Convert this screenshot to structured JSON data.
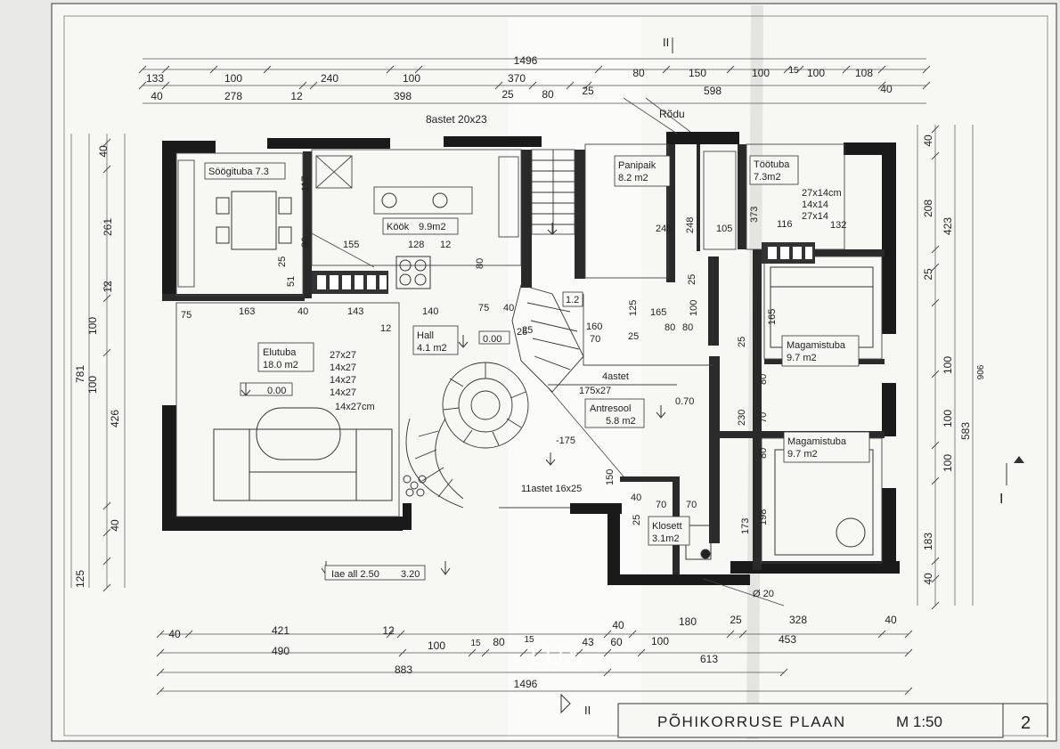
{
  "title_block": {
    "plan_title": "PÕHIKORRUSE PLAAN",
    "scale": "M 1:50",
    "sheet_number": "2"
  },
  "rooms": [
    {
      "name": "Söögituba 7.3",
      "area": ""
    },
    {
      "name": "Köök",
      "area": "9.9m2"
    },
    {
      "name": "Panipaik",
      "area": "8.2 m2"
    },
    {
      "name": "Töötuba",
      "area": "7.3m2"
    },
    {
      "name": "Elutuba",
      "area": "18.0 m2"
    },
    {
      "name": "Hall",
      "area": "4.1 m2"
    },
    {
      "name": "Antresool",
      "area": "5.8 m2"
    },
    {
      "name": "Magamistuba",
      "area": "9.7 m2"
    },
    {
      "name": "Magamistuba",
      "area": "9.7 m2"
    },
    {
      "name": "Klosett",
      "area": "3.1m2"
    }
  ],
  "annotations": {
    "rodu": "Rõdu",
    "stairs_top": "8astet 20x23",
    "stairs_main": "11astet 16x25",
    "stairs_mezz": "4astet",
    "stairs_mezz_size": "175x27",
    "floor_height": "Iae all 2.50",
    "floor_height_2": "3.20",
    "level_living": "0.00",
    "level_hall": "0.00",
    "level_mezz": "0.70",
    "level_lower": "-175",
    "section_I": "I",
    "section_II": "II",
    "tiles_living": [
      "27x27",
      "14x27",
      "14x27",
      "14x27",
      "14x27cm"
    ],
    "tiles_office": [
      "27x14cm",
      "14x14",
      "27x14"
    ],
    "pipe": "Ø 20"
  },
  "dimensions": {
    "top_total": "1496",
    "top_row1": [
      "133",
      "100",
      "240",
      "100",
      "370",
      "80",
      "150",
      "100",
      "15",
      "100",
      "108"
    ],
    "top_row2": [
      "40",
      "278",
      "12",
      "398",
      "25",
      "80",
      "25",
      "598",
      "40"
    ],
    "bottom_row1": [
      "40",
      "421",
      "12",
      "40",
      "180",
      "25",
      "328",
      "40"
    ],
    "bottom_row2": [
      "490",
      "100",
      "15",
      "80",
      "15",
      "43",
      "60",
      "100",
      "453"
    ],
    "bottom_row3": [
      "883",
      "613"
    ],
    "bottom_total": "1496",
    "left": [
      "40",
      "261",
      "12",
      "100",
      "426",
      "40",
      "125",
      "781",
      "100"
    ],
    "right": [
      "40",
      "208",
      "423",
      "25",
      "100",
      "100",
      "100",
      "583",
      "183",
      "40",
      "906"
    ],
    "interior": [
      "117",
      "80",
      "155",
      "128",
      "12",
      "25",
      "51",
      "80",
      "75",
      "163",
      "40",
      "143",
      "140",
      "75",
      "40",
      "12",
      "25",
      "1.2",
      "160",
      "70",
      "245",
      "248",
      "105",
      "373",
      "116",
      "132",
      "25",
      "125",
      "25",
      "165",
      "80",
      "100",
      "80",
      "25",
      "165",
      "80",
      "230",
      "70",
      "80",
      "198",
      "173",
      "40",
      "70",
      "70",
      "25",
      "150",
      "25"
    ]
  },
  "watermark": "LUX"
}
